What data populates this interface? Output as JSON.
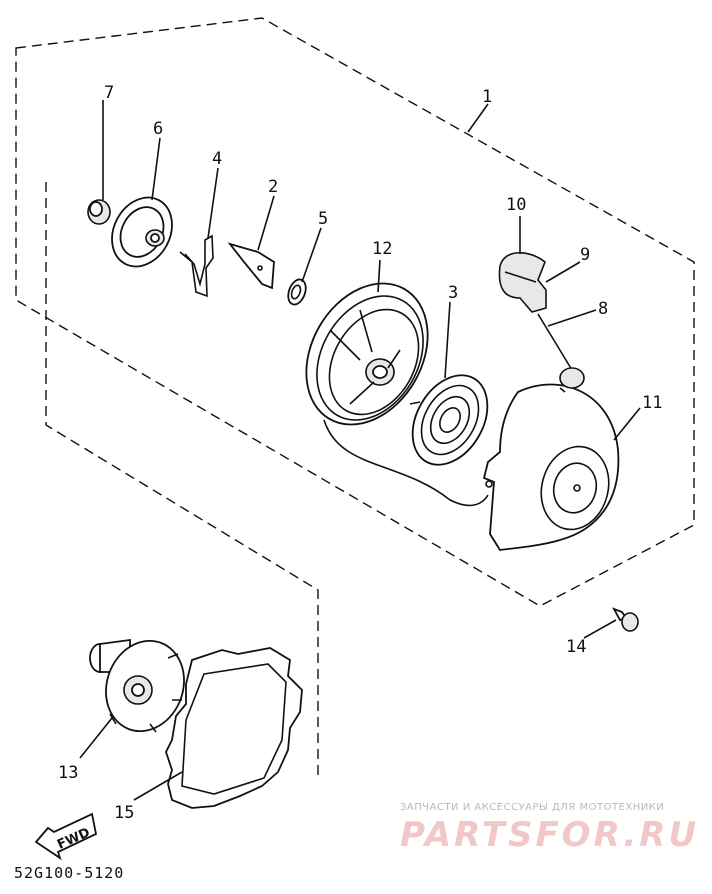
{
  "parts": [
    {
      "number": "1"
    },
    {
      "number": "2"
    },
    {
      "number": "3"
    },
    {
      "number": "4"
    },
    {
      "number": "5"
    },
    {
      "number": "6"
    },
    {
      "number": "7"
    },
    {
      "number": "8"
    },
    {
      "number": "9"
    },
    {
      "number": "10"
    },
    {
      "number": "11"
    },
    {
      "number": "12"
    },
    {
      "number": "13"
    },
    {
      "number": "14"
    },
    {
      "number": "15"
    }
  ],
  "fwd_label": "FWD",
  "drawing_code": "52G100-5120",
  "watermark": {
    "caption": "ЗАПЧАСТИ И АКСЕССУАРЫ ДЛЯ МОТОТЕХНИКИ",
    "logo": "PARTSFOR.RU"
  }
}
